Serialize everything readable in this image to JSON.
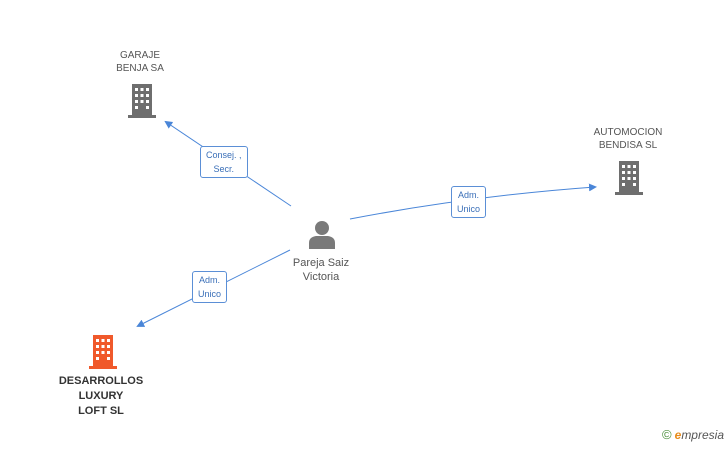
{
  "nodes": {
    "garaje": {
      "line1": "GARAJE",
      "line2": "BENJA SA",
      "color": "#6e6e6e"
    },
    "automocion": {
      "line1": "AUTOMOCION",
      "line2": "BENDISA SL",
      "color": "#6e6e6e"
    },
    "person": {
      "line1": "Pareja Saiz",
      "line2": "Victoria",
      "color": "#7a7a7a"
    },
    "desarrollos": {
      "line1": "DESARROLLOS",
      "line2": "LUXURY",
      "line3": "LOFT SL",
      "color": "#f0592b"
    }
  },
  "edges": {
    "to_garaje": {
      "line1": "Consej. ,",
      "line2": "Secr."
    },
    "to_automocion": {
      "line1": "Adm.",
      "line2": "Unico"
    },
    "to_desarrollos": {
      "line1": "Adm.",
      "line2": "Unico"
    }
  },
  "colors": {
    "edge": "#4a86d8"
  },
  "footer": {
    "copyright": "©",
    "brand_e": "e",
    "brand_rest": "mpresia"
  }
}
